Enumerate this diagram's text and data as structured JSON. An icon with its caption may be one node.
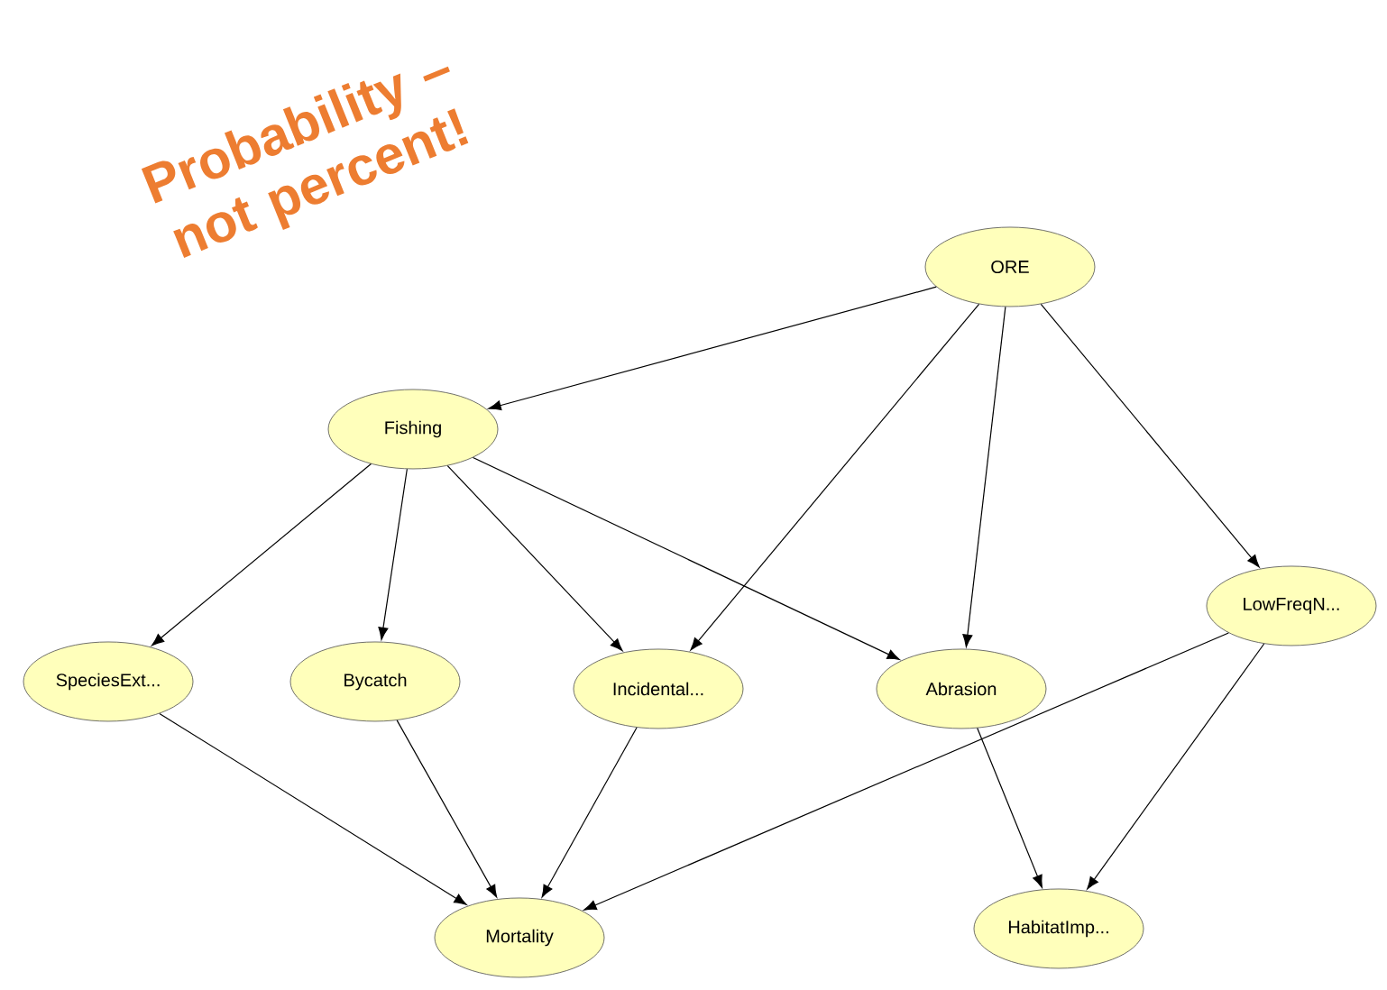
{
  "diagram": {
    "nodes": [
      {
        "text": [
          "ORE"
        ]
      },
      {
        "text": [
          "Fishing"
        ]
      },
      {
        "text": [
          "SpeciesExt..."
        ]
      },
      {
        "text": [
          "Bycatch"
        ]
      },
      {
        "text": [
          "Incidental..."
        ]
      },
      {
        "text": [
          "Abrasion"
        ]
      },
      {
        "text": [
          "LowFreqN..."
        ]
      },
      {
        "text": [
          "Mortality"
        ]
      },
      {
        "text": [
          "HabitatImp..."
        ]
      }
    ],
    "edges": [
      {
        "from": 0,
        "to": 1,
        "arrow": "to"
      },
      {
        "from": 0,
        "to": 4,
        "arrow": "to"
      },
      {
        "from": 0,
        "to": 5,
        "arrow": "to"
      },
      {
        "from": 0,
        "to": 6,
        "arrow": "to"
      },
      {
        "from": 1,
        "to": 2,
        "arrow": "to"
      },
      {
        "from": 1,
        "to": 3,
        "arrow": "to"
      },
      {
        "from": 1,
        "to": 4,
        "arrow": "to"
      },
      {
        "from": 1,
        "to": 5,
        "arrow": "to"
      },
      {
        "from": 2,
        "to": 7,
        "arrow": "to"
      },
      {
        "from": 3,
        "to": 7,
        "arrow": "to"
      },
      {
        "from": 4,
        "to": 7,
        "arrow": "to"
      },
      {
        "from": 6,
        "to": 7,
        "arrow": "to"
      },
      {
        "from": 5,
        "to": 8,
        "arrow": "to"
      },
      {
        "from": 6,
        "to": 8,
        "arrow": "to"
      }
    ],
    "labels": [
      "Probability – not percent!"
    ]
  }
}
